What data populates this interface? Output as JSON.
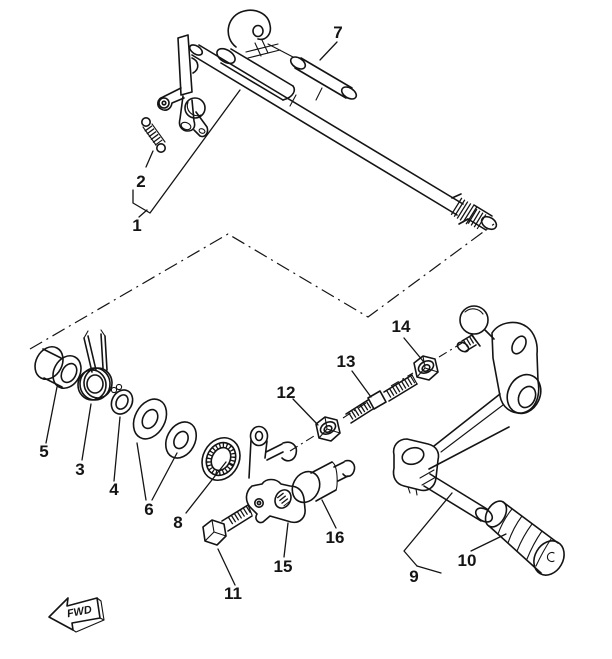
{
  "diagram": {
    "background_color": "#ffffff",
    "line_color": "#141414",
    "fwd_label": "FWD",
    "pedal_end_mark": "c",
    "parts": [
      {
        "label": "1"
      },
      {
        "label": "2"
      },
      {
        "label": "3"
      },
      {
        "label": "4"
      },
      {
        "label": "5"
      },
      {
        "label": "6"
      },
      {
        "label": "7"
      },
      {
        "label": "8"
      },
      {
        "label": "9"
      },
      {
        "label": "10"
      },
      {
        "label": "11"
      },
      {
        "label": "12"
      },
      {
        "label": "13"
      },
      {
        "label": "14"
      },
      {
        "label": "15"
      },
      {
        "label": "16"
      }
    ]
  }
}
